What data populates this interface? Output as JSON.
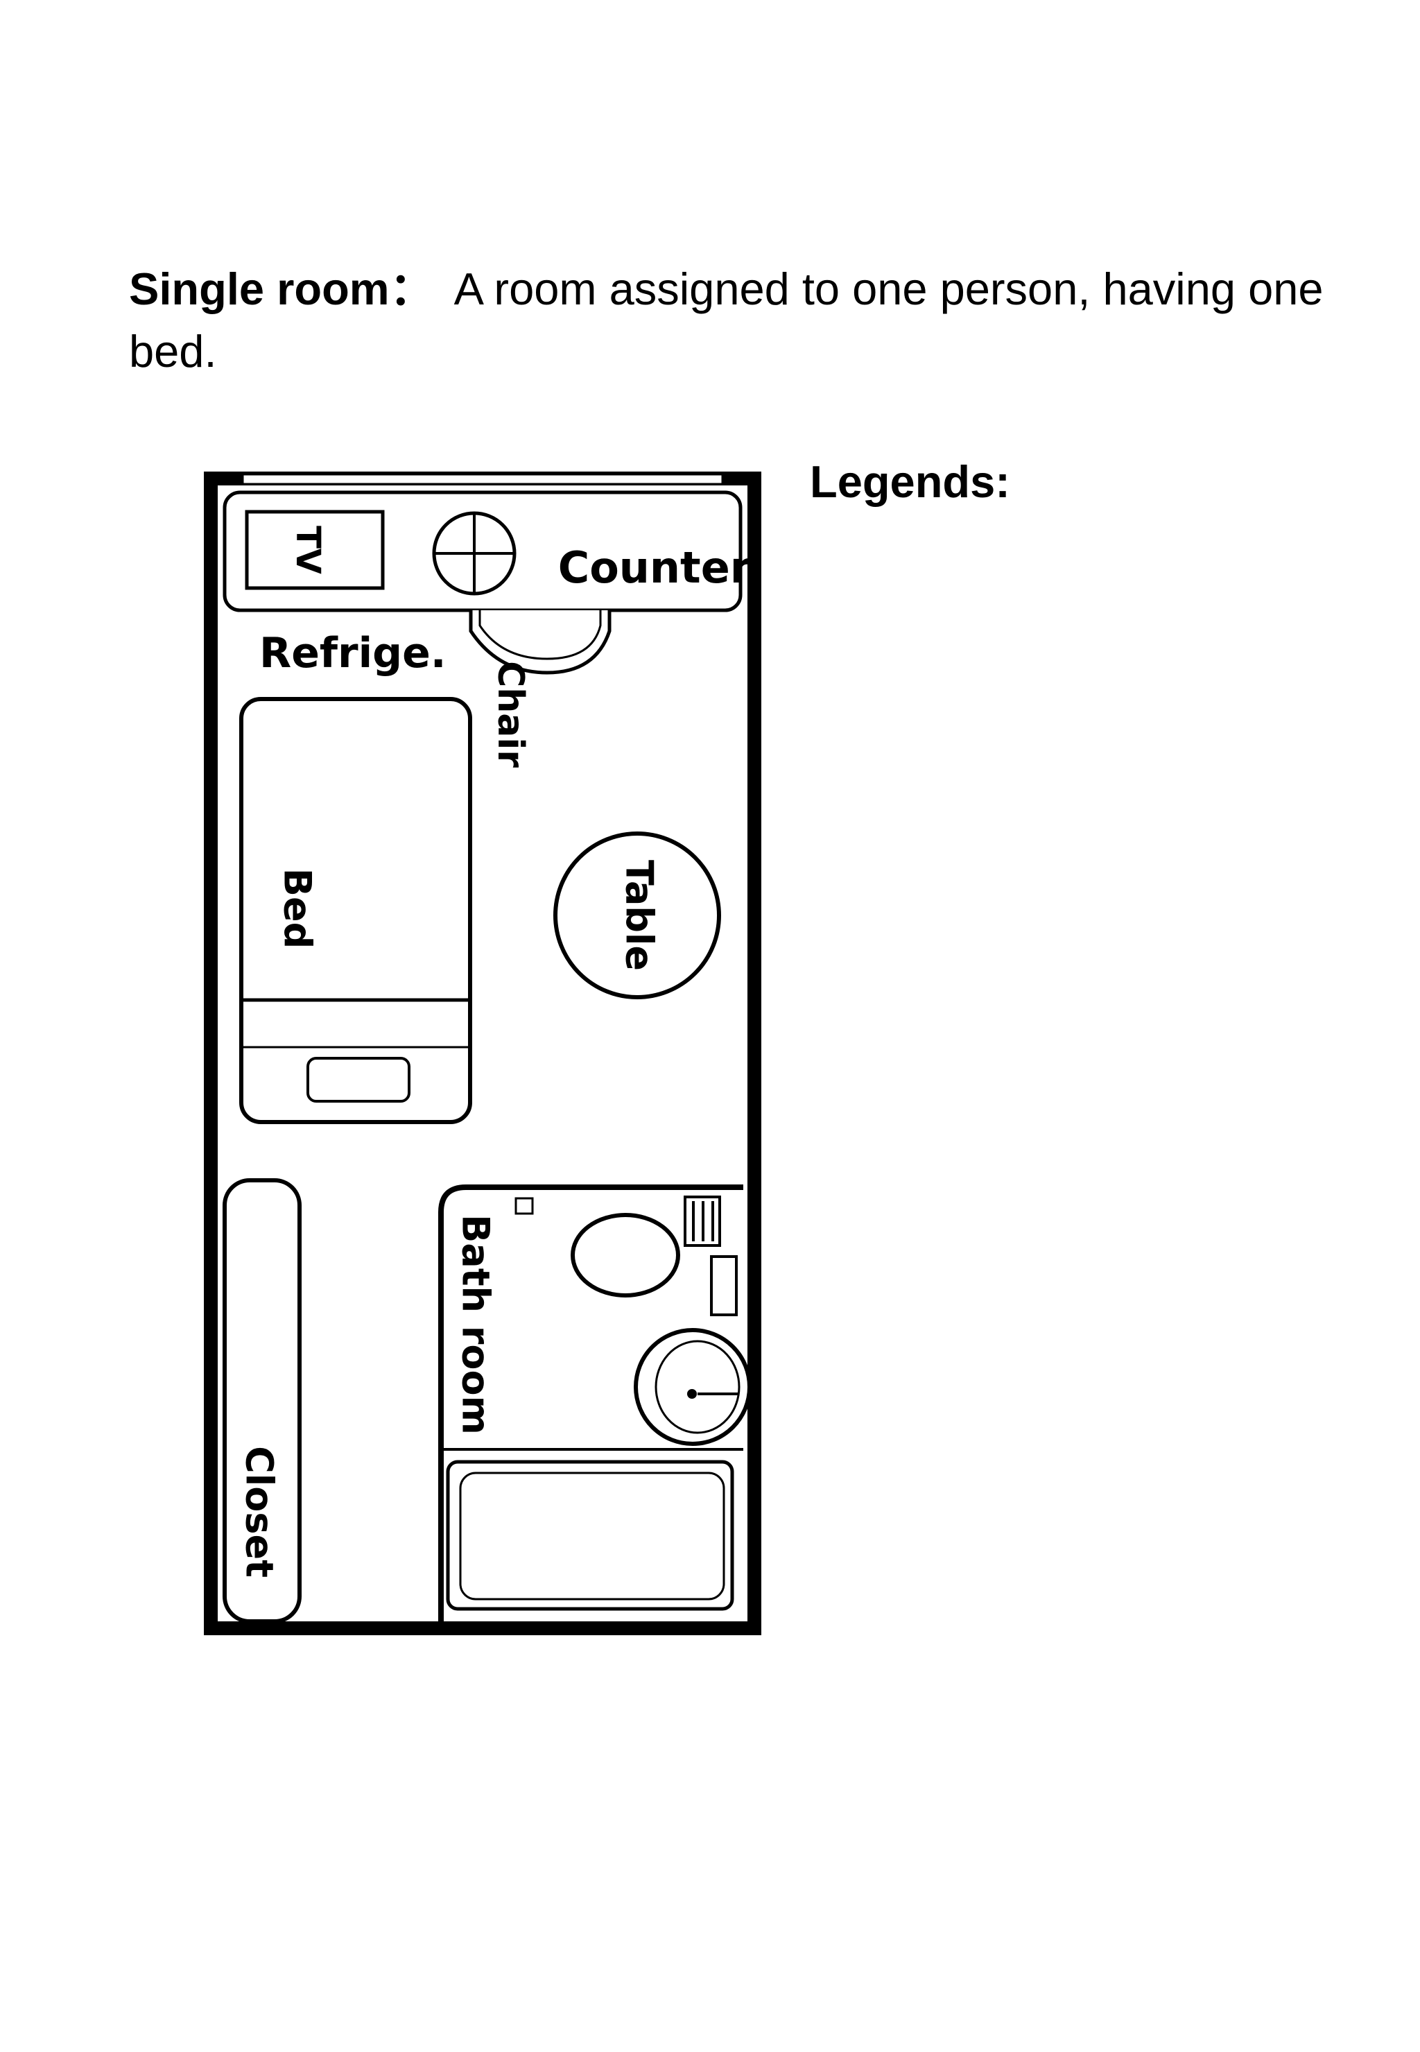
{
  "definition": {
    "term": "Single room",
    "separator": "：",
    "text": "A room assigned to one person, having one bed."
  },
  "legend": {
    "heading": "Legends:"
  },
  "floor_plan": {
    "labels": {
      "tv": "TV",
      "counter": "Counter",
      "refrigerator": "Refrige.",
      "chair": "Chair",
      "bed": "Bed",
      "table": "Table",
      "bathroom": "Bath room",
      "closet": "Closet"
    },
    "colors": {
      "line": "#000000",
      "fill": "#ffffff",
      "shade": "#d9d9d9"
    }
  }
}
